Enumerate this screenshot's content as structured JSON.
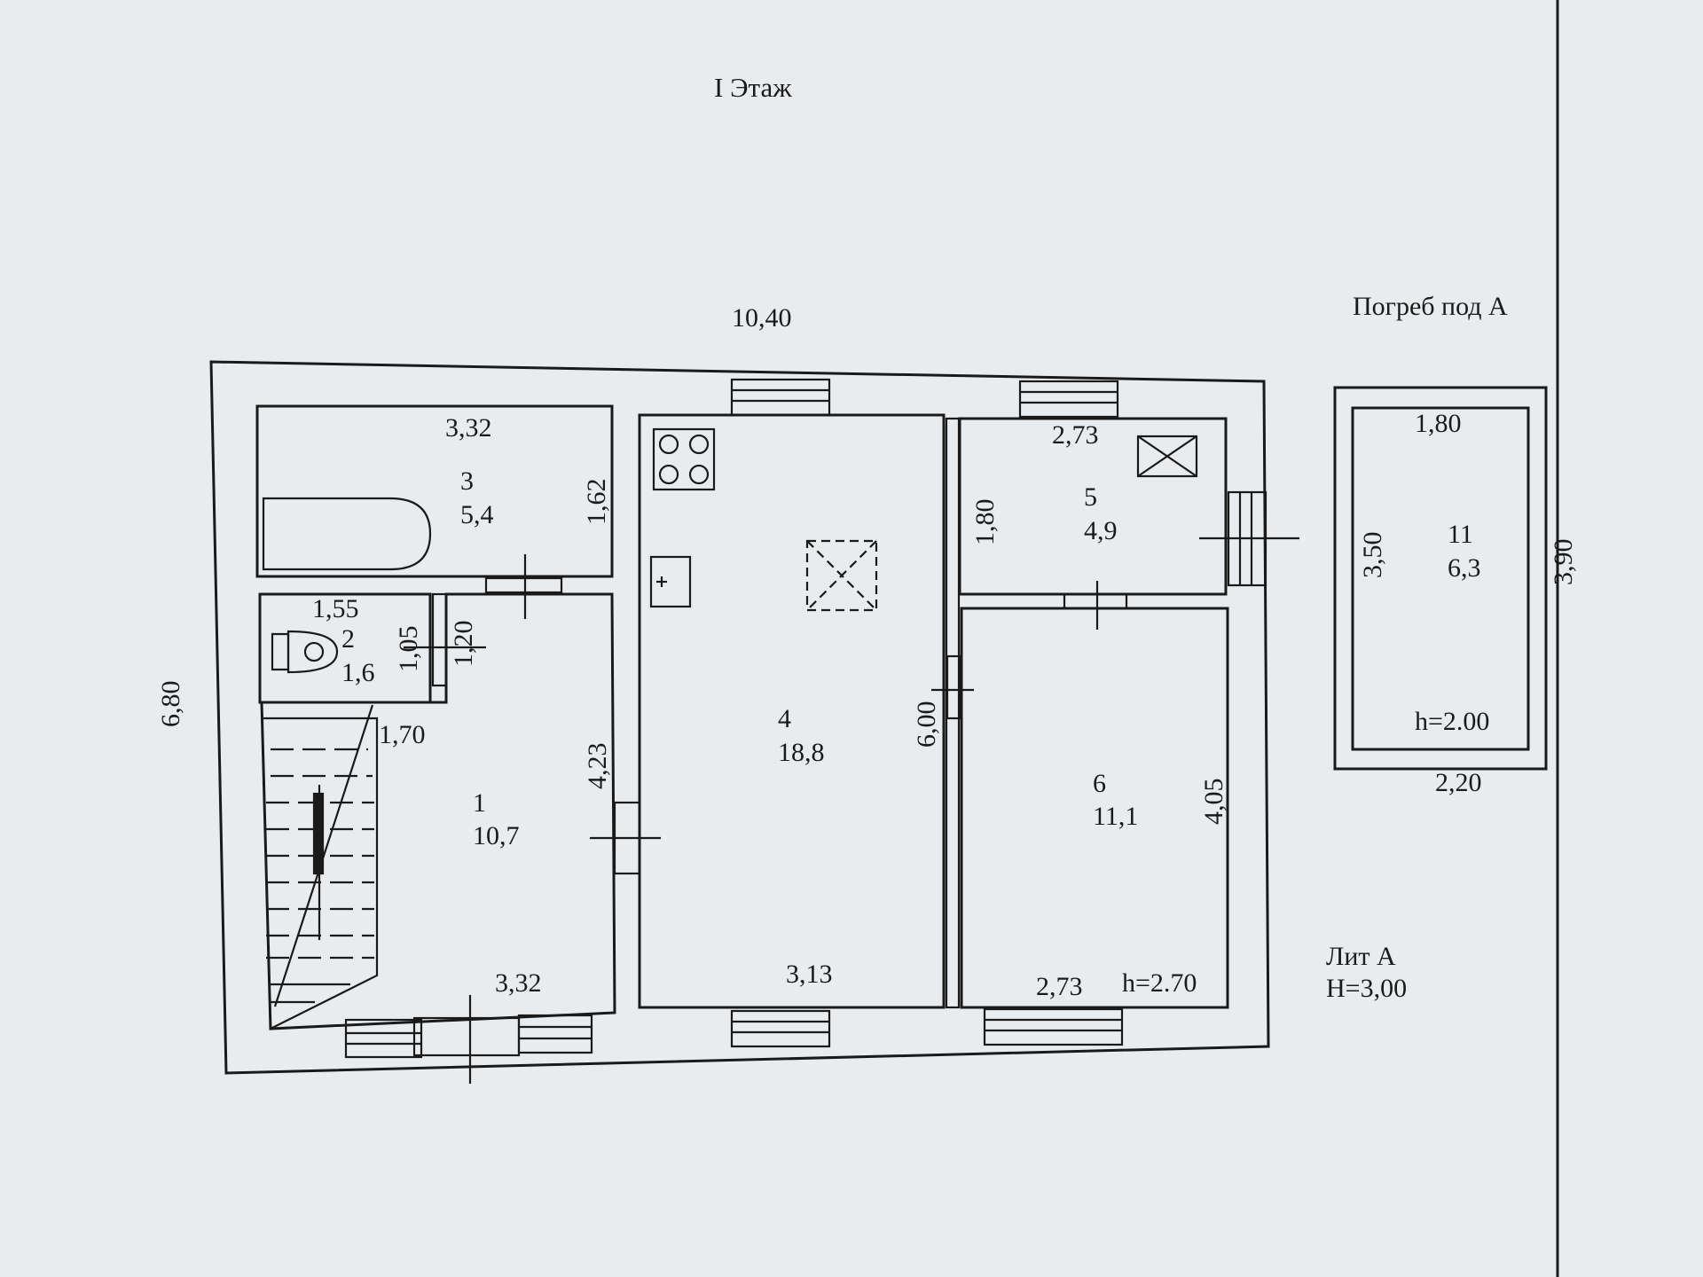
{
  "floor_title": "I Этаж",
  "cellar_title": "Погреб под А",
  "lit": {
    "name": "Лит А",
    "height": "Н=3,00"
  },
  "dims": {
    "overall_width": "10,40",
    "overall_depth": "6,80",
    "cellar_outer_depth": "3,90",
    "cellar_outer_width": "2,20"
  },
  "rooms": [
    {
      "number": "1",
      "area": "10,7",
      "dims": [
        "1,70",
        "4,23",
        "3,32"
      ]
    },
    {
      "number": "2",
      "area": "1,6",
      "dims": [
        "1,55",
        "1,05",
        "1,20"
      ]
    },
    {
      "number": "3",
      "area": "5,4",
      "dims": [
        "3,32",
        "1,62"
      ]
    },
    {
      "number": "4",
      "area": "18,8",
      "dims": [
        "3,13",
        "6,00"
      ]
    },
    {
      "number": "5",
      "area": "4,9",
      "dims": [
        "2,73",
        "1,80"
      ]
    },
    {
      "number": "6",
      "area": "11,1",
      "dims": [
        "2,73",
        "4,05"
      ],
      "height": "h=2.70"
    },
    {
      "number": "11",
      "area": "6,3",
      "dims": [
        "1,80",
        "3,50"
      ],
      "height": "h=2.00"
    }
  ]
}
